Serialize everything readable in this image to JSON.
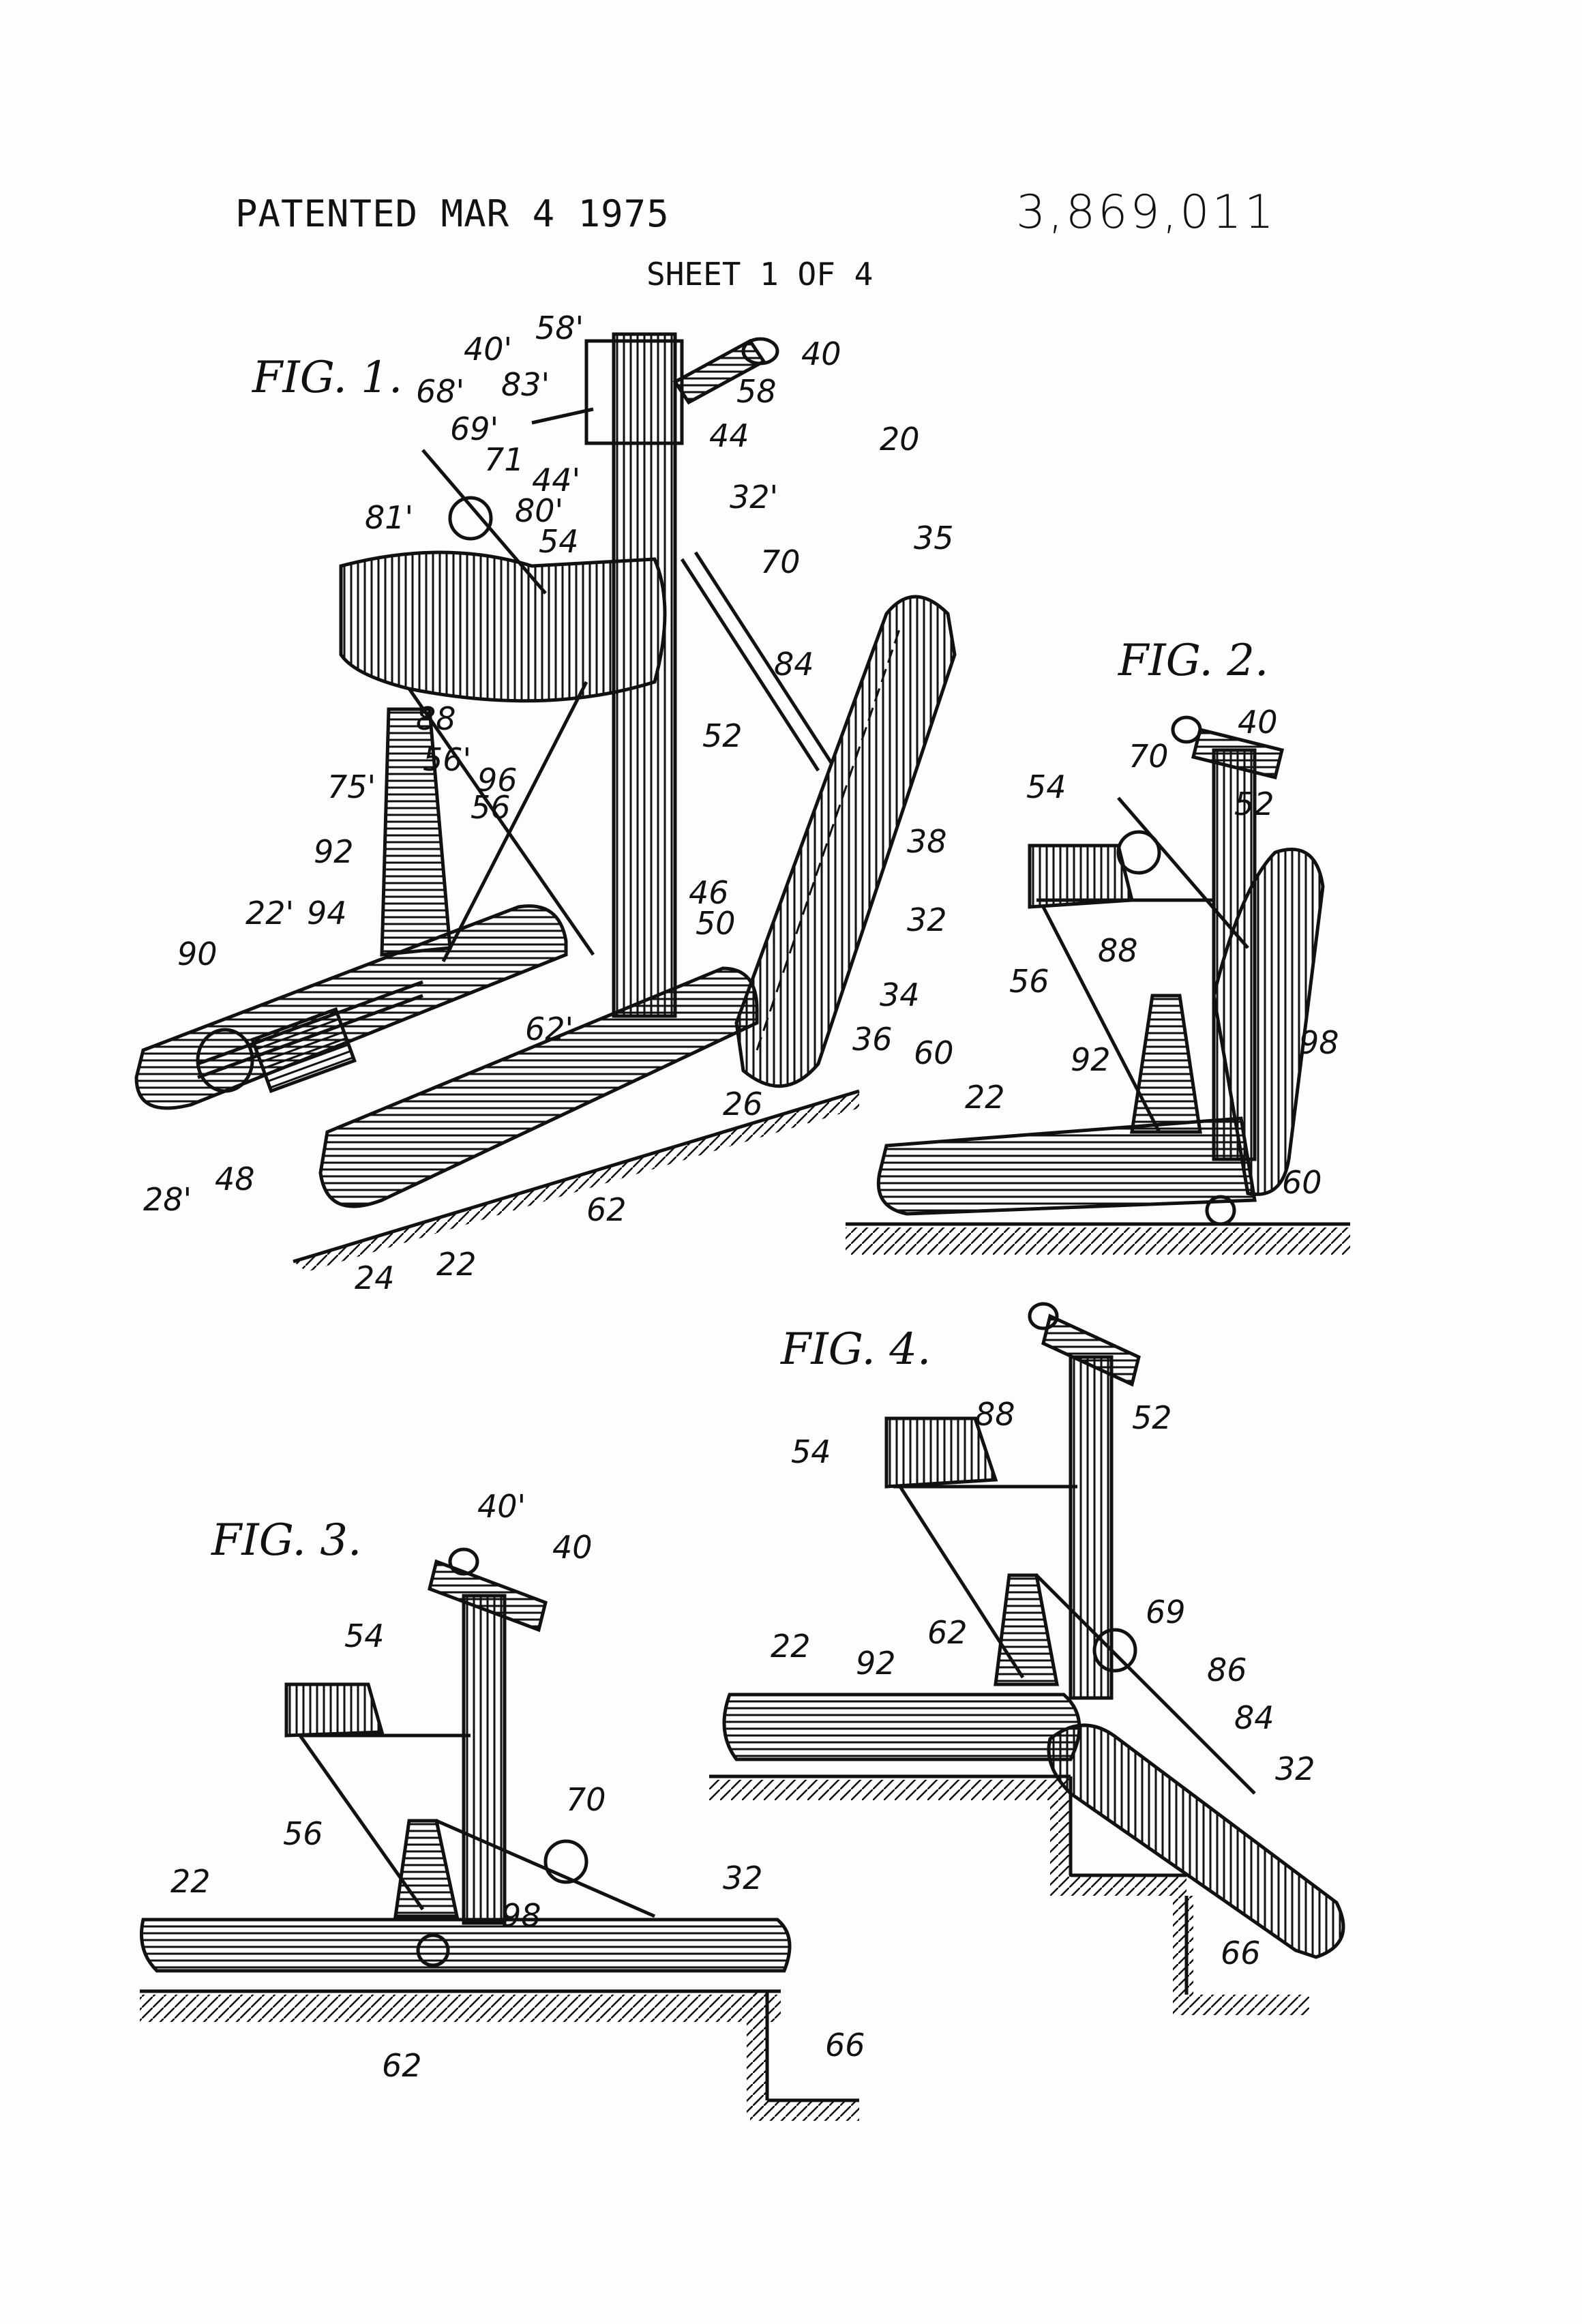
{
  "header": {
    "patented": "PATENTED MAR 4 1975",
    "patent_number": "3,869,011",
    "sheet": "SHEET 1 OF 4"
  },
  "figures": {
    "fig1": {
      "title": "FIG. 1.",
      "labels": [
        "40'",
        "58'",
        "40",
        "68'",
        "83'",
        "58",
        "44",
        "20",
        "69'",
        "71",
        "44'",
        "81'",
        "80'",
        "32'",
        "54",
        "70",
        "35",
        "84",
        "88",
        "56'",
        "96",
        "75'",
        "56",
        "52",
        "38",
        "92",
        "22'",
        "94",
        "46",
        "50",
        "32",
        "90",
        "62'",
        "34",
        "36",
        "60",
        "26",
        "28'",
        "48",
        "62",
        "24",
        "22"
      ]
    },
    "fig2": {
      "title": "FIG. 2.",
      "labels": [
        "40",
        "54",
        "70",
        "52",
        "88",
        "56",
        "98",
        "92",
        "22",
        "60"
      ]
    },
    "fig3": {
      "title": "FIG. 3.",
      "labels": [
        "40'",
        "40",
        "54",
        "70",
        "56",
        "22",
        "98",
        "32",
        "62",
        "66"
      ]
    },
    "fig4": {
      "title": "FIG. 4.",
      "labels": [
        "88",
        "52",
        "54",
        "69",
        "62",
        "22",
        "92",
        "86",
        "84",
        "32",
        "66"
      ]
    }
  }
}
